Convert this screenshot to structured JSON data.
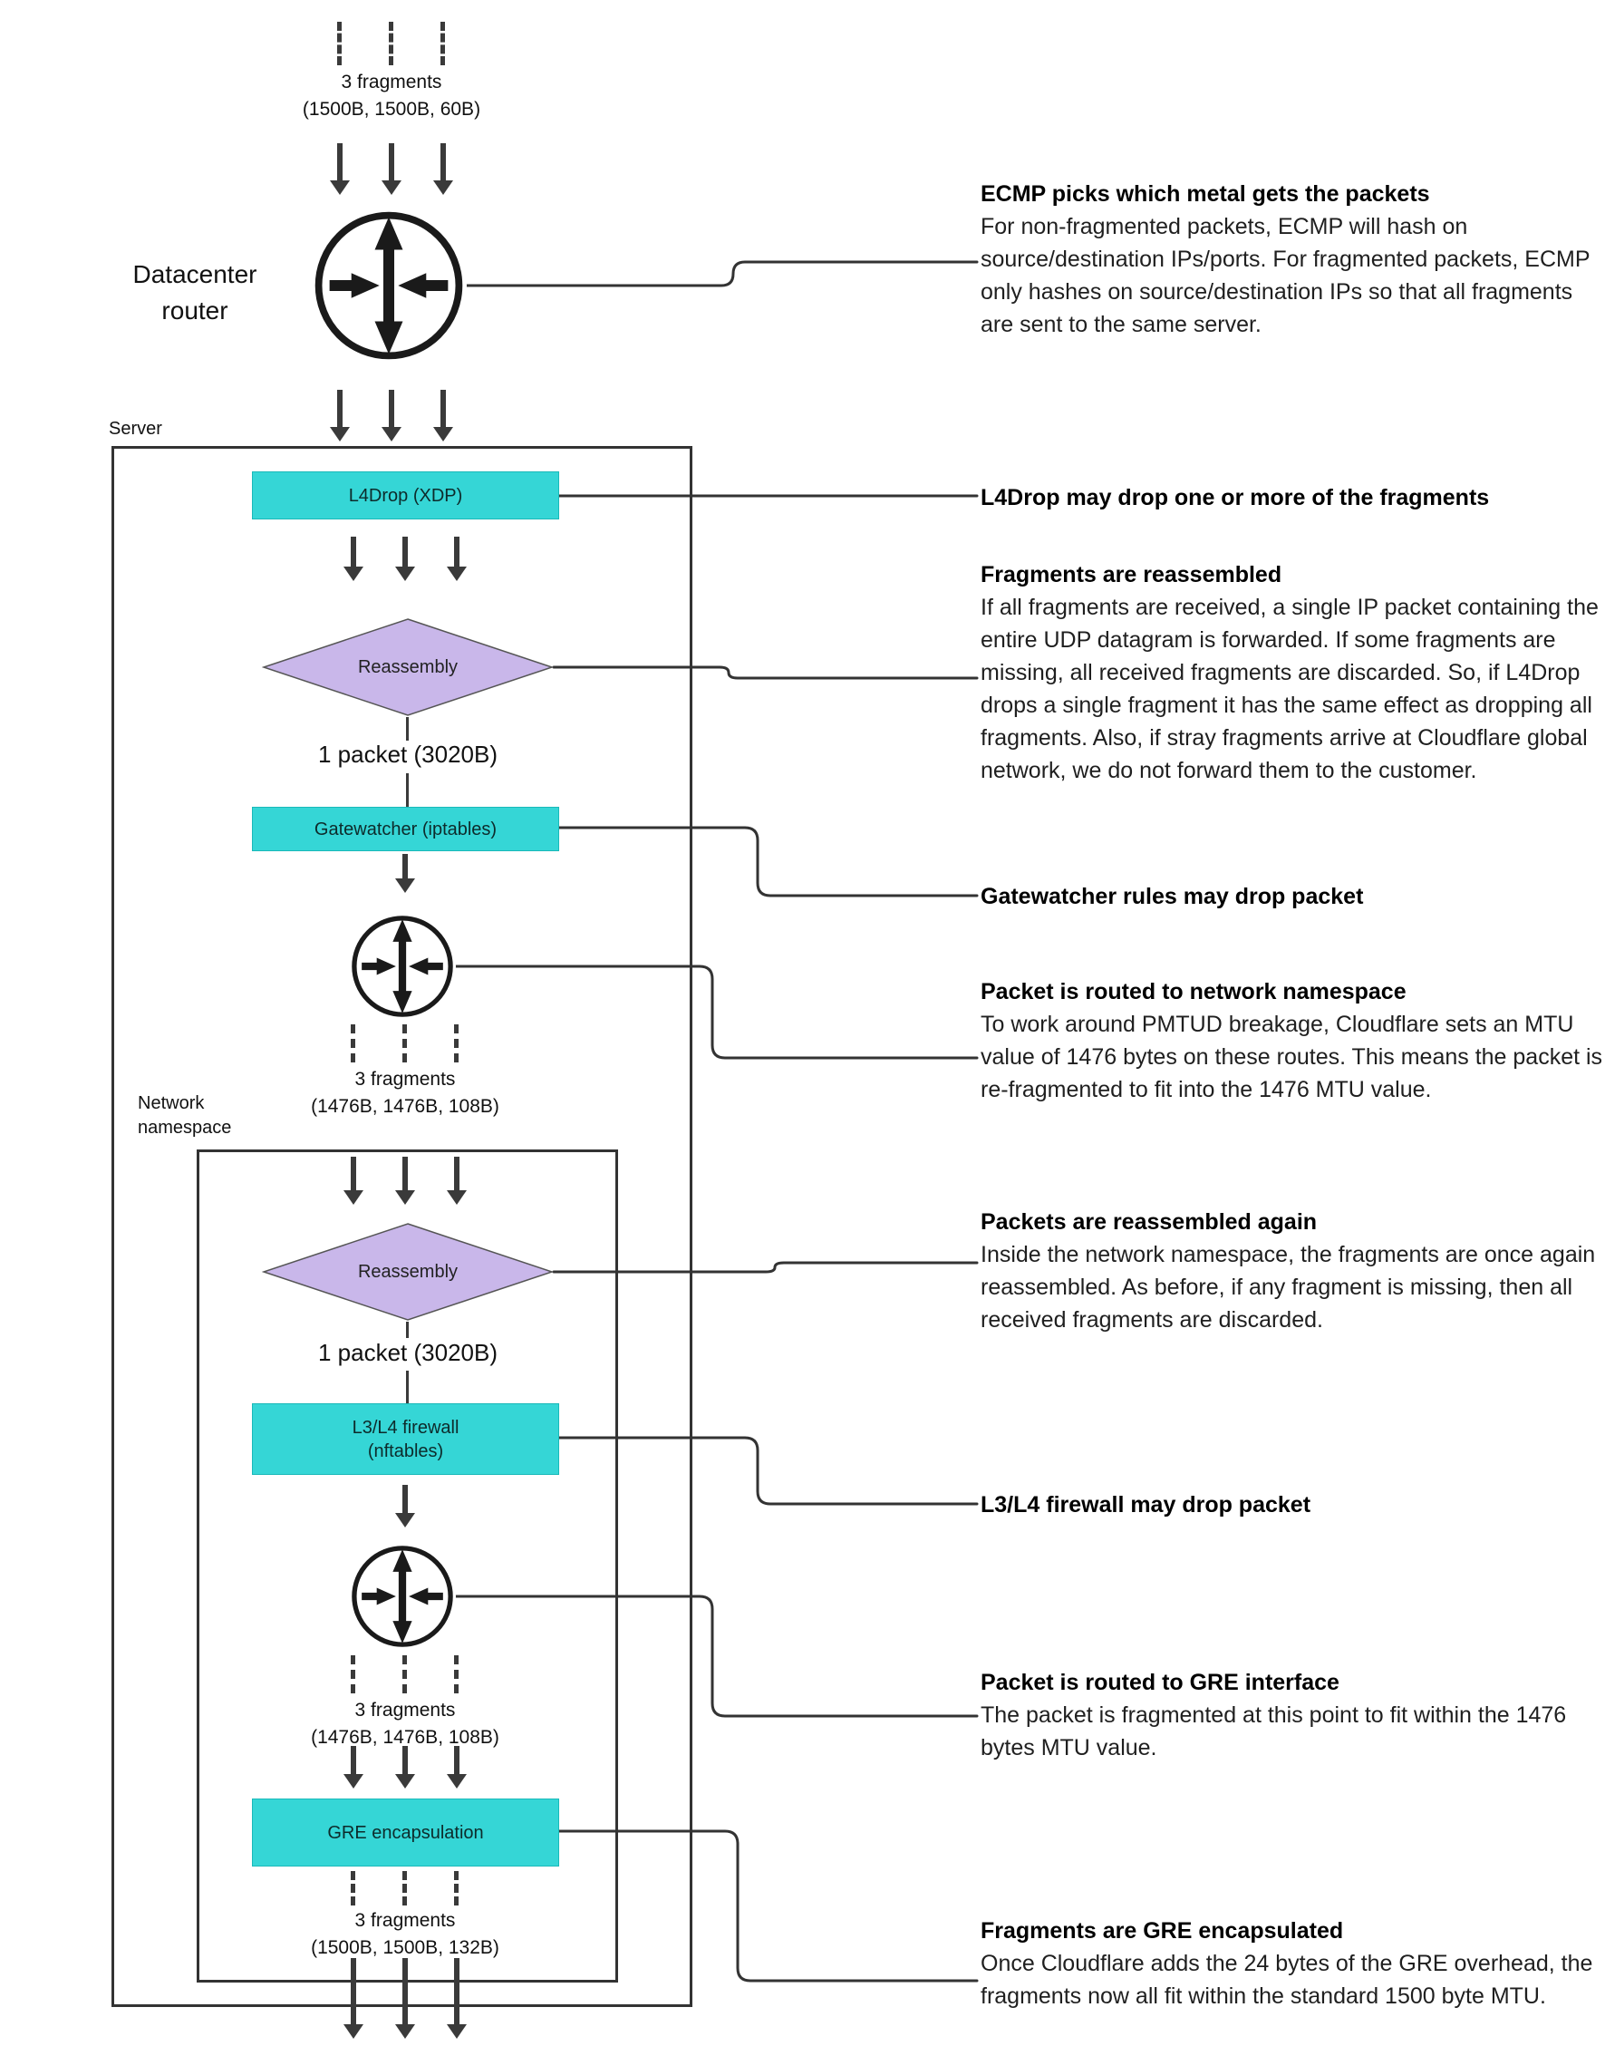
{
  "colors": {
    "node_fill": "#35d6d6",
    "diamond_fill": "#c9b7ea",
    "line": "#3a3a3a",
    "text": "#111111"
  },
  "flow": {
    "top_fragments": "3 fragments\n(1500B, 1500B, 60B)",
    "datacenter_router_label": "Datacenter\nrouter",
    "server_label": "Server",
    "l4drop_label": "L4Drop (XDP)",
    "reassembly1_label": "Reassembly",
    "packet1_label": "1 packet (3020B)",
    "gatewatcher_label": "Gatewatcher (iptables)",
    "fragments_1476_a": "3 fragments\n(1476B, 1476B, 108B)",
    "network_namespace_label": "Network\nnamespace",
    "reassembly2_label": "Reassembly",
    "packet2_label": "1 packet (3020B)",
    "firewall_label": "L3/L4 firewall\n(nftables)",
    "fragments_1476_b": "3 fragments\n(1476B, 1476B, 108B)",
    "gre_label": "GRE encapsulation",
    "fragments_1500": "3 fragments\n(1500B, 1500B, 132B)"
  },
  "annotations": [
    {
      "heading": "ECMP picks which metal gets the packets",
      "body": "For non-fragmented packets, ECMP will hash on source/destination IPs/ports. For fragmented packets, ECMP only hashes on source/destination IPs so that all fragments are sent to the same server."
    },
    {
      "heading": "L4Drop may drop one or more of the fragments",
      "body": ""
    },
    {
      "heading": "Fragments are reassembled",
      "body": "If all fragments are received, a single IP packet containing the entire UDP datagram is forwarded. If some fragments are missing, all received fragments are discarded. So, if L4Drop drops a single fragment it has the same effect as dropping all fragments. Also, if stray fragments arrive at Cloudflare global network, we do not forward them to the customer."
    },
    {
      "heading": "Gatewatcher rules may drop packet",
      "body": ""
    },
    {
      "heading": "Packet is routed to network namespace",
      "body": "To work around PMTUD breakage, Cloudflare sets an MTU value of 1476 bytes on these routes. This means the packet is re-fragmented to fit into the 1476 MTU value."
    },
    {
      "heading": "Packets are reassembled again",
      "body": "Inside the network namespace, the fragments are once again reassembled. As before, if any fragment is missing, then all received fragments are discarded."
    },
    {
      "heading": "L3/L4 firewall may drop packet",
      "body": ""
    },
    {
      "heading": "Packet is routed to GRE interface",
      "body": "The packet is fragmented at this point to fit within the 1476 bytes MTU value."
    },
    {
      "heading": "Fragments are GRE encapsulated",
      "body": "Once Cloudflare adds the 24 bytes of the GRE overhead, the fragments now all fit within the standard 1500 byte MTU."
    }
  ]
}
